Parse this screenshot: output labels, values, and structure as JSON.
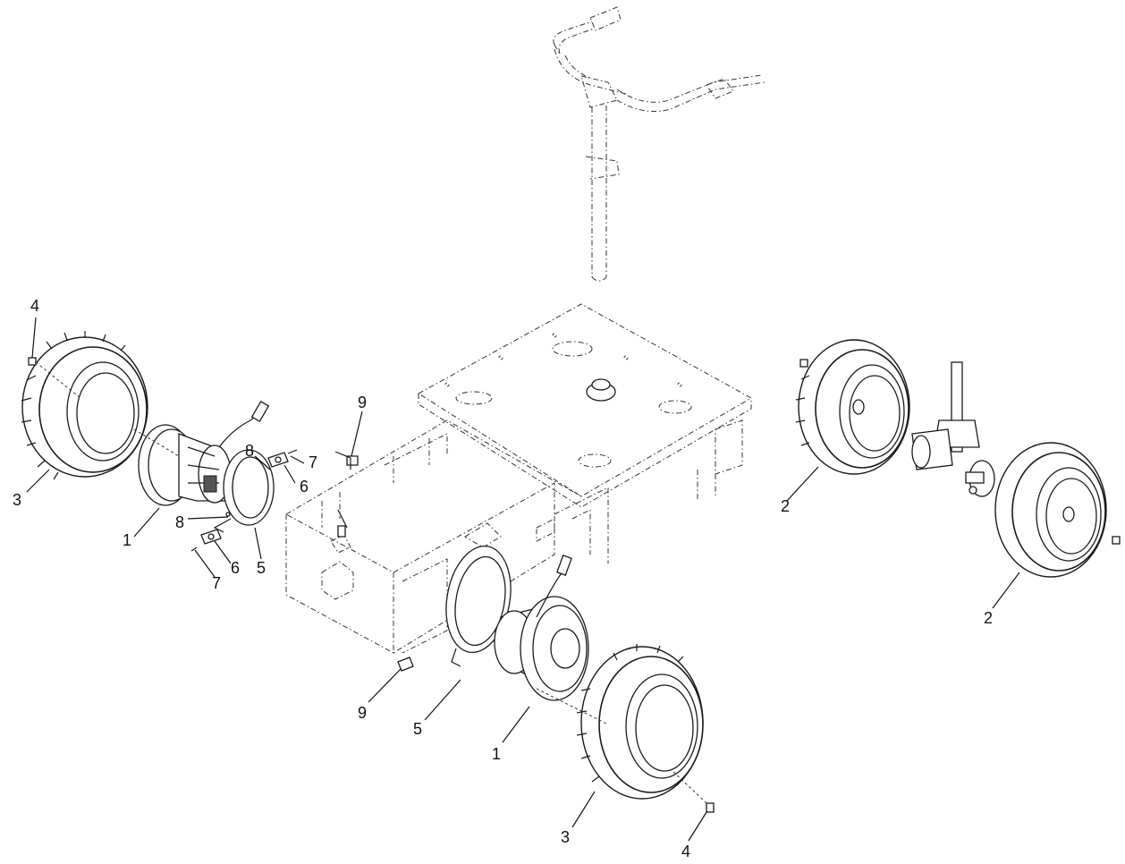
{
  "callouts": [
    {
      "id": "c4a",
      "label": "4"
    },
    {
      "id": "c3a",
      "label": "3"
    },
    {
      "id": "c1a",
      "label": "1"
    },
    {
      "id": "c8a",
      "label": "8"
    },
    {
      "id": "c7a",
      "label": "7"
    },
    {
      "id": "c6a",
      "label": "6"
    },
    {
      "id": "c8b",
      "label": "8"
    },
    {
      "id": "c6b",
      "label": "6"
    },
    {
      "id": "c7b",
      "label": "7"
    },
    {
      "id": "c5a",
      "label": "5"
    },
    {
      "id": "c9a",
      "label": "9"
    },
    {
      "id": "c2a",
      "label": "2"
    },
    {
      "id": "c2b",
      "label": "2"
    },
    {
      "id": "c9b",
      "label": "9"
    },
    {
      "id": "c5b",
      "label": "5"
    },
    {
      "id": "c1b",
      "label": "1"
    },
    {
      "id": "c3b",
      "label": "3"
    },
    {
      "id": "c4b",
      "label": "4"
    }
  ]
}
